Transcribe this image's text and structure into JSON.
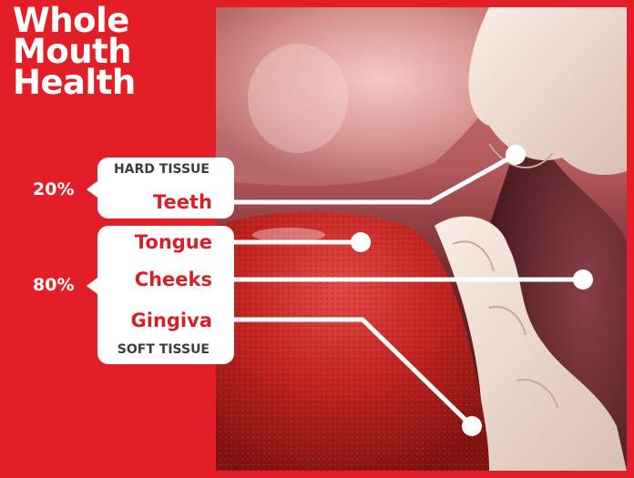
{
  "title": {
    "line1": "Whole",
    "line2": "Mouth",
    "line3": "Health"
  },
  "groups": {
    "hard": {
      "percent": "20%",
      "category": "HARD TISSUE"
    },
    "soft": {
      "percent": "80%",
      "category": "SOFT TISSUE"
    }
  },
  "labels": {
    "teeth": "Teeth",
    "tongue": "Tongue",
    "cheeks": "Cheeks",
    "gingiva": "Gingiva"
  },
  "colors": {
    "brand_red": "#e21f26",
    "label_red": "#d81f27",
    "category_gray": "#3d3d3d",
    "leader_white": "#ffffff"
  }
}
